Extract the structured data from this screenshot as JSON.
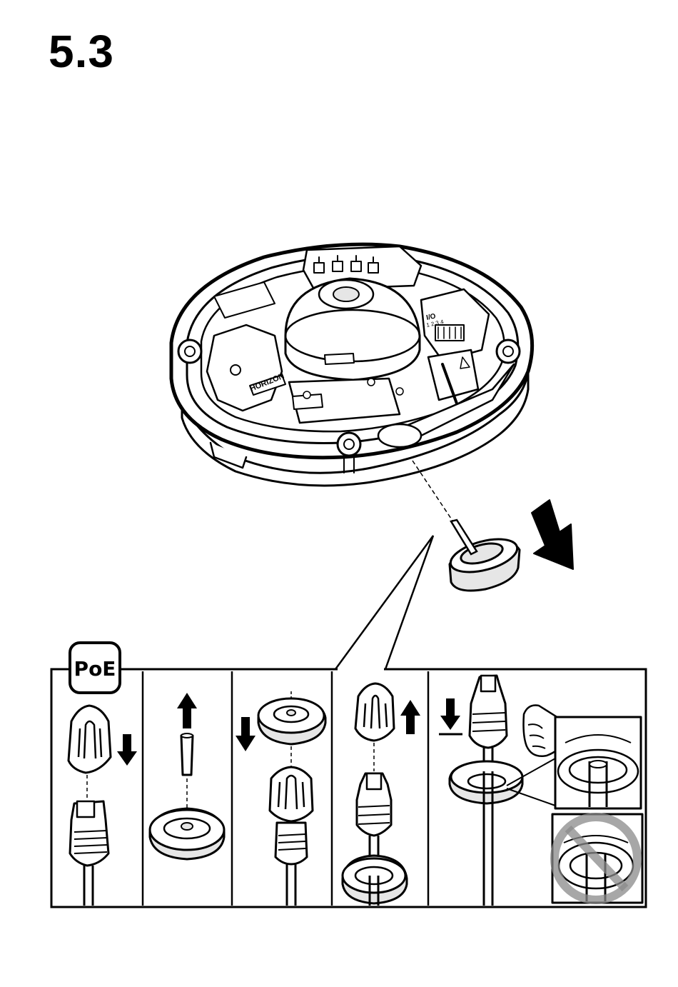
{
  "page": {
    "step_number": "5.3",
    "badge_label": "PoE",
    "device_labels": {
      "horizon": "HORIZON",
      "io": "I/O",
      "io_pins": "1 2 3 4"
    }
  },
  "colors": {
    "ink": "#000000",
    "paper": "#ffffff",
    "shade": "#e6e6e6"
  },
  "icons": [
    "arrow-down-icon",
    "arrow-up-icon",
    "prohibited-icon",
    "finger-push-icon"
  ]
}
